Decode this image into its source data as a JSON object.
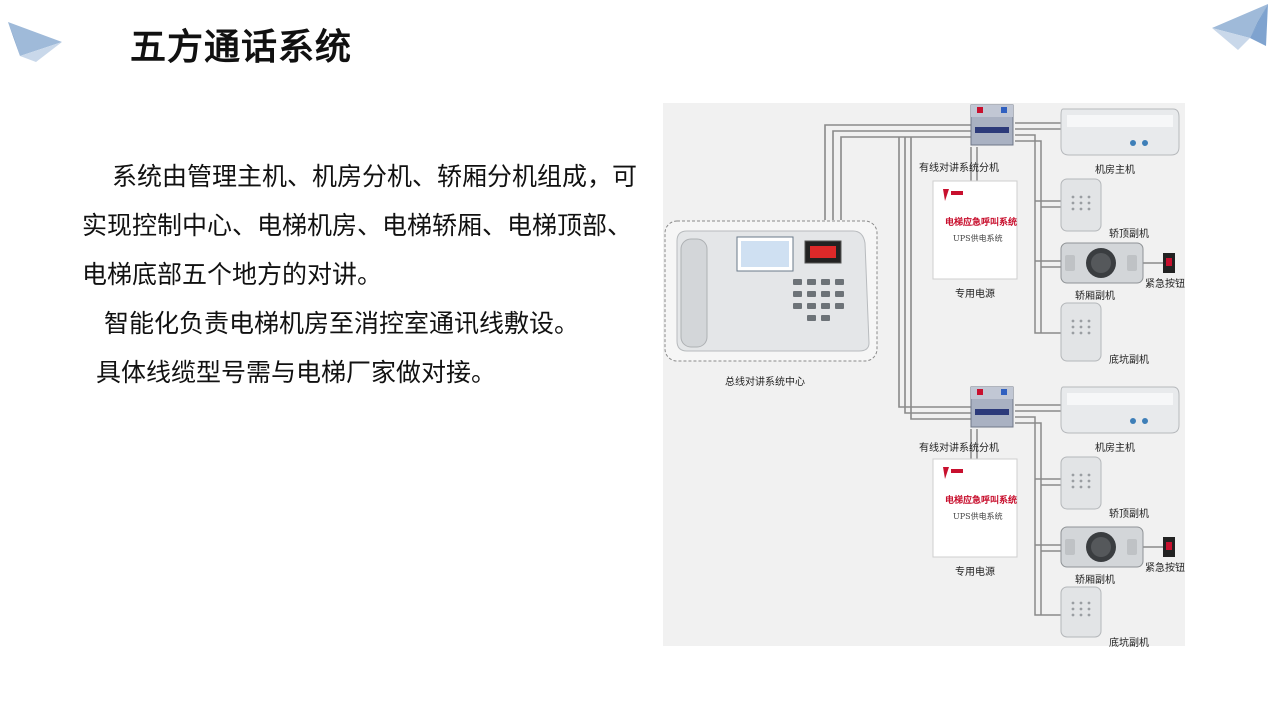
{
  "page": {
    "title": "五方通话系统",
    "paragraphs": [
      "系统由管理主机、机房分机、轿厢分机组成，可实现控制中心、电梯机房、电梯轿厢、电梯顶部、电梯底部五个地方的对讲。",
      "智能化负责电梯机房至消控室通讯线敷设。",
      "具体线缆型号需与电梯厂家做对接。"
    ]
  },
  "diagram": {
    "center_label": "总线对讲系统中心",
    "groups": [
      {
        "distributor": "有线对讲系统分机",
        "psu": "专用电源",
        "psu_panel_title": "电梯应急呼叫系统",
        "psu_panel_sub": "UPS供电系统",
        "machine_room": "机房主机",
        "car_top": "轿顶副机",
        "car": "轿厢副机",
        "emergency": "紧急按钮",
        "pit": "底坑副机"
      },
      {
        "distributor": "有线对讲系统分机",
        "psu": "专用电源",
        "psu_panel_title": "电梯应急呼叫系统",
        "psu_panel_sub": "UPS供电系统",
        "machine_room": "机房主机",
        "car_top": "轿顶副机",
        "car": "轿厢副机",
        "emergency": "紧急按钮",
        "pit": "底坑副机"
      }
    ]
  },
  "colors": {
    "accent": "#7fa3cf",
    "accent_dark": "#4f7fb8",
    "diagram_bg": "#f1f1f1",
    "panel_red": "#c8102e",
    "display_red": "#ff2a2a"
  }
}
